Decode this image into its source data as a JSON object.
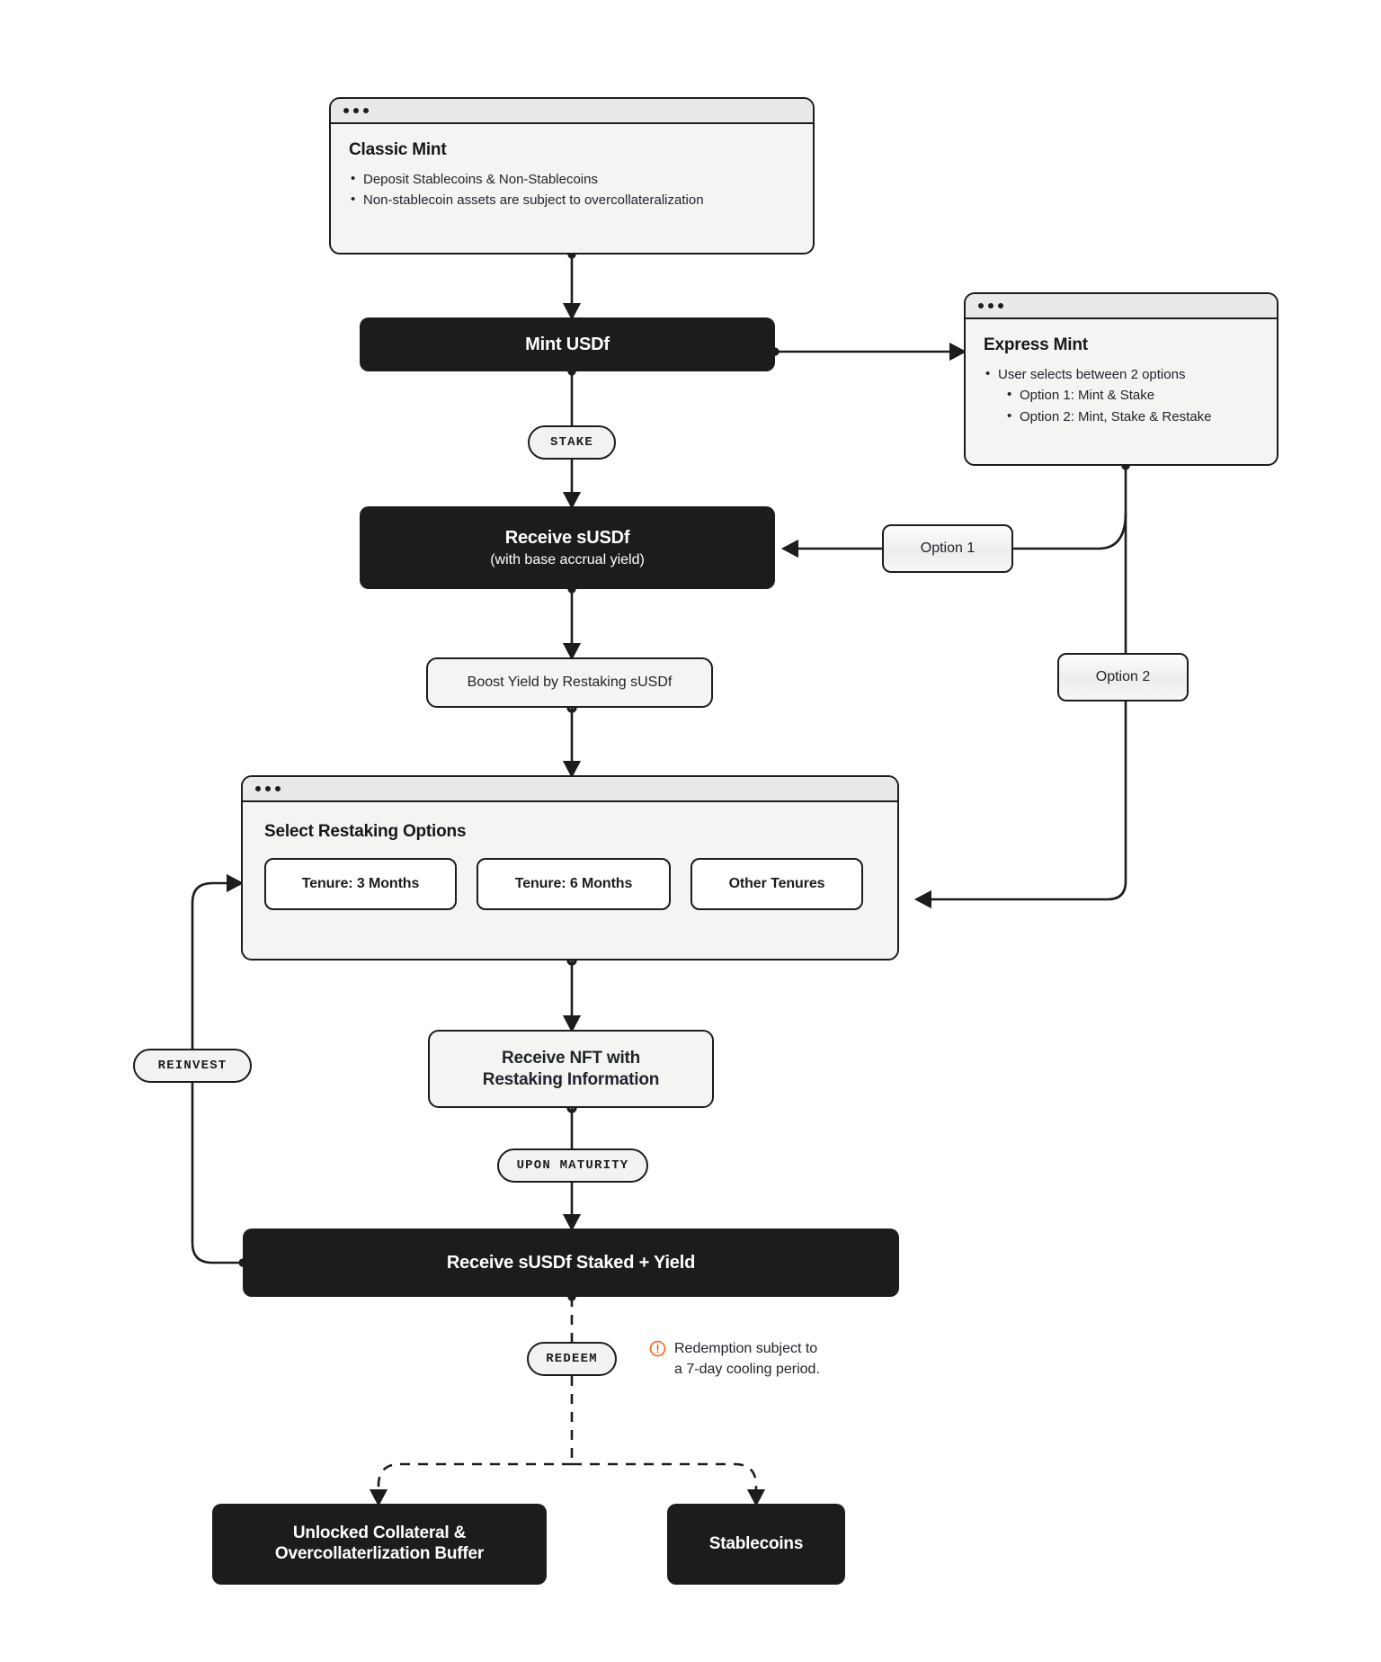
{
  "diagram": {
    "title": "USDf Mint / Stake / Restake / Redeem flow",
    "colors": {
      "ink": "#1c1c1c",
      "panel": "#f4f4f3",
      "titlebar": "#e9e9e7",
      "chip": "#ffffff",
      "warning": "#f26522",
      "page": "#ffffff"
    }
  },
  "classic_mint": {
    "title": "Classic Mint",
    "bullets": [
      "Deposit Stablecoins & Non-Stablecoins",
      "Non-stablecoin assets are subject to overcollateralization"
    ]
  },
  "express_mint": {
    "title": "Express Mint",
    "bullets": [
      "User selects between 2 options",
      "Option 1: Mint & Stake",
      "Option 2: Mint, Stake & Restake"
    ]
  },
  "mint_usdf": {
    "label": "Mint USDf"
  },
  "receive_susdf": {
    "label": "Receive sUSDf",
    "sub": "(with base accrual yield)"
  },
  "boost_yield": {
    "label": "Boost Yield by Restaking sUSDf"
  },
  "restaking_panel": {
    "title": "Select Restaking Options",
    "chips": [
      "Tenure: 3 Months",
      "Tenure: 6 Months",
      "Other Tenures"
    ]
  },
  "receive_nft": {
    "line1": "Receive NFT with",
    "line2": "Restaking Information"
  },
  "staked_yield": {
    "label": "Receive sUSDf Staked + Yield"
  },
  "outputs": [
    {
      "line1": "Unlocked Collateral &",
      "line2": "Overcollaterlization Buffer"
    },
    {
      "line1": "Stablecoins",
      "line2": ""
    }
  ],
  "option_pills": [
    {
      "label": "Option 1"
    },
    {
      "label": "Option 2"
    }
  ],
  "edge_labels": {
    "stake": "STAKE",
    "reinvest": "REINVEST",
    "upon_maturity": "UPON MATURITY",
    "redeem": "REDEEM"
  },
  "note": {
    "icon": "warning-circle-icon",
    "line1": "Redemption subject to",
    "line2": "a 7-day cooling period."
  }
}
